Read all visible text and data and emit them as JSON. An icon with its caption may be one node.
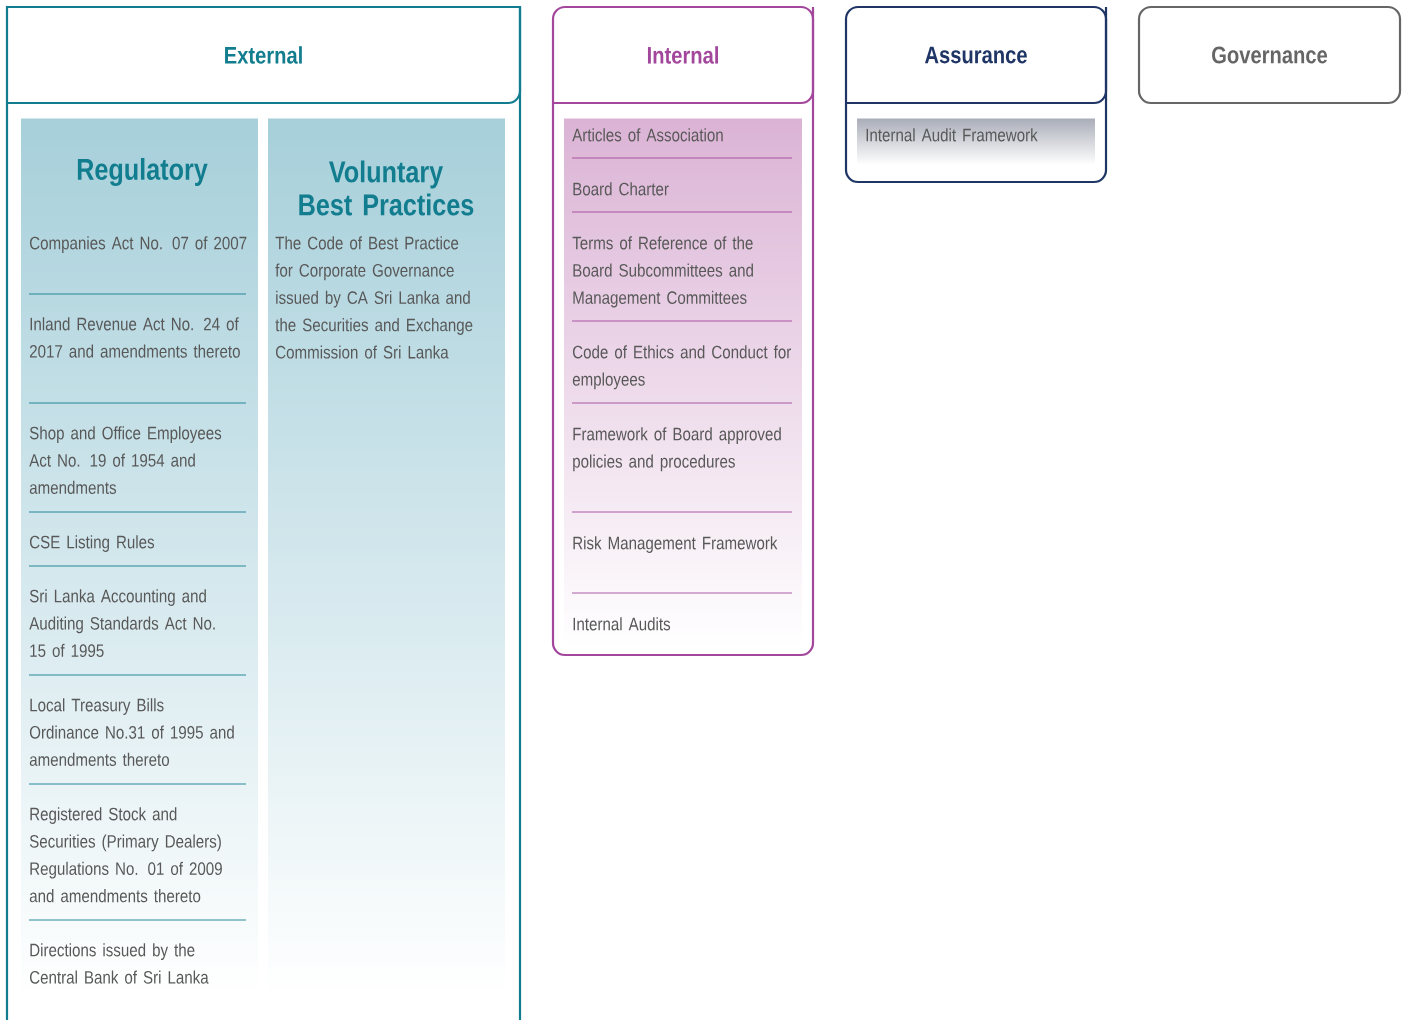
{
  "diagram": {
    "nodes": [
      {
        "text": [
          "External"
        ]
      },
      {
        "text": [
          "Regulatory",
          "Companies Act No. 07 of 2007",
          "Inland Revenue Act No. 24 of 2017 and amendments thereto",
          "Shop and Office Employees Act No. 19 of 1954 and amendments",
          "CSE Listing Rules",
          "Sri Lanka Accounting and Auditing Standards Act No. 15 of 1995",
          "Local Treasury Bills Ordinance No.31 of 1995 and amendments thereto",
          "Registered Stock and Securities (Primary Dealers) Regulations No. 01 of 2009 and amendments thereto",
          "Directions issued by the Central Bank of Sri Lanka"
        ],
        "in": 0
      },
      {
        "text": [
          "Voluntary Best Practices",
          "The Code of Best Practice for Corporate Governance issued by CA Sri Lanka and the Securities and Exchange Commission of Sri Lanka"
        ],
        "in": 0
      },
      {
        "text": [
          "Internal"
        ]
      },
      {
        "text": [
          "Articles of Association",
          "Board Charter",
          "Terms of Reference of the Board Subcommittees and Management Committees",
          "Code of Ethics and Conduct for employees",
          "Framework of Board approved policies and procedures",
          "Risk Management Framework",
          "Internal Audits"
        ],
        "in": 3
      },
      {
        "text": [
          "Assurance"
        ]
      },
      {
        "text": [
          "Internal Audit Framework"
        ],
        "in": 5
      },
      {
        "text": [
          "Governance"
        ]
      }
    ],
    "edges": []
  }
}
